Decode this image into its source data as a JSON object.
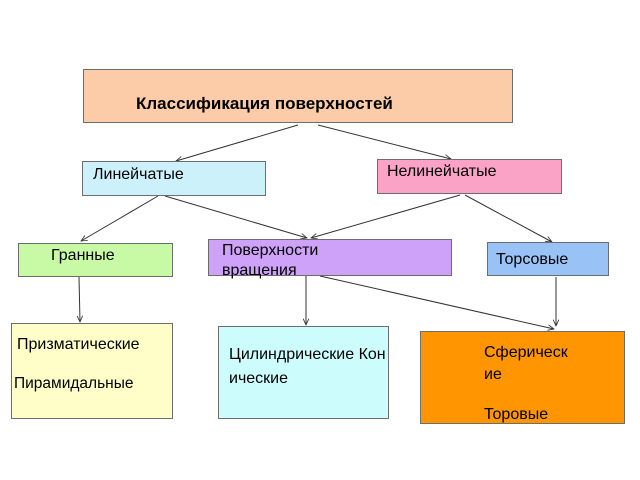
{
  "diagram": {
    "title": "Классификация поверхностей",
    "linear": "Линейчатые",
    "nonlinear": "Нелинейчатые",
    "faceted": "Гранные",
    "rotation": "Поверхности вращения",
    "torse": "Торсовые",
    "prismatic": "Призматические",
    "pyramidal": "Пирамидальные",
    "cyl_conic": "Цилиндрические Конические",
    "spherical": "Сферические",
    "torus": "Торовые"
  },
  "colors": {
    "title_fill": "#fccca8",
    "linear_fill": "#cdf1fb",
    "nonlinear_fill": "#fba3c6",
    "faceted_fill": "#c8f9a4",
    "rotation_fill": "#cfa2f9",
    "torse_fill": "#99c3f7",
    "prismatic_fill": "#fffec8",
    "cyl_fill": "#ccfcfc",
    "sphere_fill": "#fe9501",
    "line": "#333333"
  }
}
